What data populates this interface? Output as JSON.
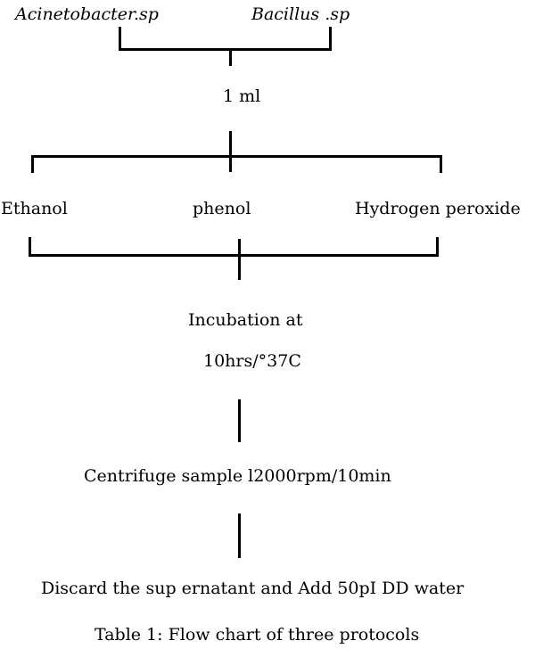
{
  "flowchart": {
    "organisms": [
      "Acinetobacter.sp",
      "Bacillus .sp"
    ],
    "volume": "1 ml",
    "treatments": [
      "Ethanol",
      "phenol",
      "Hydrogen peroxide"
    ],
    "incubation": {
      "line1": "Incubation at",
      "line2": "10hrs/°37C"
    },
    "centrifuge": "Centrifuge sample l2000rpm/10min",
    "discard": "Discard the sup ernatant and Add 50pI DD water",
    "caption": "Table 1: Flow chart of three protocols"
  }
}
